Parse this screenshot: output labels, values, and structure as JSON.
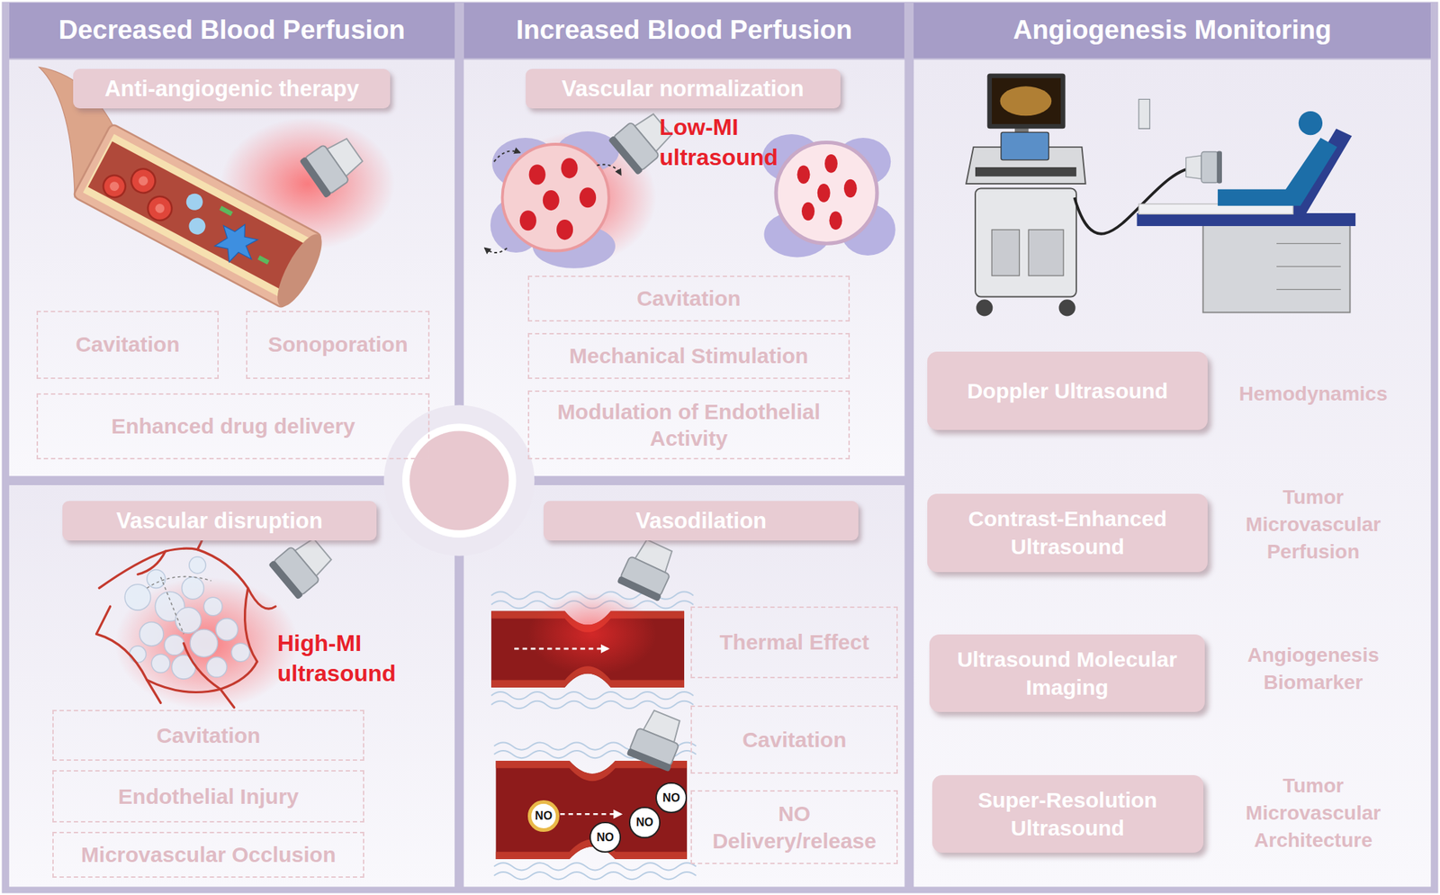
{
  "diagram": {
    "nodes": [
      {
        "text": [
          "Decreased Blood Perfusion"
        ]
      },
      {
        "text": [
          "Anti-angiogenic therapy"
        ],
        "in": 0
      },
      {
        "text": [
          "Cavitation"
        ],
        "in": 0
      },
      {
        "text": [
          "Sonoporation"
        ],
        "in": 0
      },
      {
        "text": [
          "Enhanced drug delivery"
        ],
        "in": 0
      },
      {
        "text": [
          "Vascular disruption"
        ],
        "in": 0
      },
      {
        "text": [
          "Cavitation"
        ],
        "in": 0
      },
      {
        "text": [
          "Endothelial Injury"
        ],
        "in": 0
      },
      {
        "text": [
          "Microvascular Occlusion"
        ],
        "in": 0
      },
      {
        "text": [
          "Increased Blood Perfusion"
        ]
      },
      {
        "text": [
          "Vascular normalization"
        ],
        "in": 9
      },
      {
        "text": [
          "Cavitation"
        ],
        "in": 9
      },
      {
        "text": [
          "Mechanical Stimulation"
        ],
        "in": 9
      },
      {
        "text": [
          "Modulation of Endothelial Activity"
        ],
        "in": 9
      },
      {
        "text": [
          "Vasodilation"
        ],
        "in": 9
      },
      {
        "text": [
          "Thermal Effect"
        ],
        "in": 9
      },
      {
        "text": [
          "Cavitation"
        ],
        "in": 9
      },
      {
        "text": [
          "NO Delivery/release"
        ],
        "in": 9
      },
      {
        "text": [
          "NO"
        ],
        "in": 9
      },
      {
        "text": [
          "NO"
        ],
        "in": 9
      },
      {
        "text": [
          "NO"
        ],
        "in": 9
      },
      {
        "text": [
          "NO"
        ],
        "in": 9
      },
      {
        "text": [
          "Angiogenesis Monitoring"
        ]
      },
      {
        "text": [
          "Doppler Ultrasound"
        ],
        "in": 22
      },
      {
        "text": [
          "Contrast-Enhanced Ultrasound"
        ],
        "in": 22
      },
      {
        "text": [
          "Ultrasound Molecular Imaging"
        ],
        "in": 22
      },
      {
        "text": [
          "Super-Resolution Ultrasound"
        ],
        "in": 22
      }
    ],
    "labels": [
      "Low-MI ultrasound",
      "High-MI ultrasound",
      "Hemodynamics",
      "Tumor Microvascular Perfusion",
      "Angiogenesis Biomarker",
      "Tumor Microvascular Architecture"
    ]
  }
}
